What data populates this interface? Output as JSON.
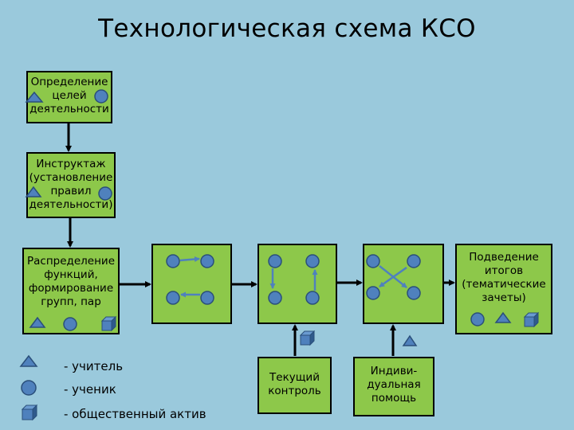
{
  "title": "Технологическая схема КСО",
  "boxes": {
    "goals": "Определение\nцелей\nдеятельности",
    "briefing": "Инструктаж\n(установление\nправил\nдеятельности)",
    "distribution": "Распределение\nфункций,\nформирование\nгрупп, пар",
    "results": "Подведение\nитогов\n(тематические\nзачеты)",
    "current_control": "Текущий\nконтроль",
    "individual_help": "Индиви-\nдуальная\nпомощь"
  },
  "legend": {
    "teacher": "- учитель",
    "student": "- ученик",
    "activist": "- общественный актив"
  },
  "colors": {
    "background": "#9ac9dc",
    "box_fill": "#8dc84a",
    "symbol_fill": "#4f81bd",
    "symbol_stroke": "#2a4f7a",
    "inner_arrow": "#4f81bd"
  }
}
